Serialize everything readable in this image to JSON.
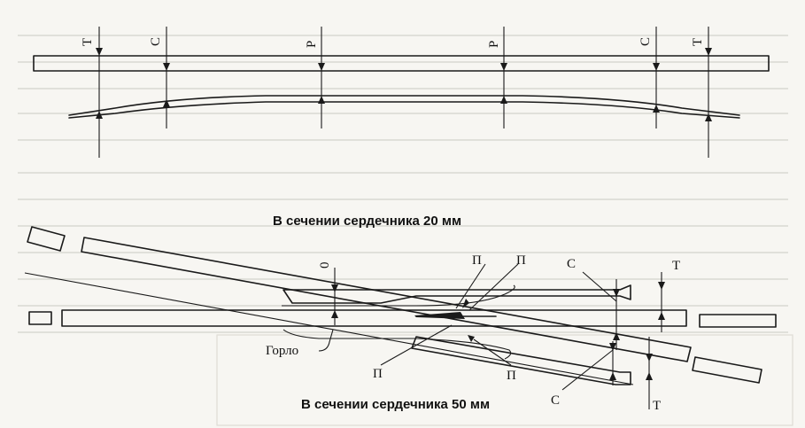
{
  "top_diagram": {
    "marks": [
      "Т",
      "С",
      "Р",
      "Р",
      "С",
      "Т"
    ]
  },
  "bottom_diagram": {
    "caption_top": "В сечении сердечника 20 мм",
    "caption_bottom": "В сечении сердечника 50 мм",
    "throat_label": "Горло",
    "zero_label": "0",
    "p_labels": [
      "П",
      "П",
      "П",
      "П"
    ],
    "c_labels": [
      "С",
      "С"
    ],
    "t_labels": [
      "Т",
      "Т"
    ]
  }
}
